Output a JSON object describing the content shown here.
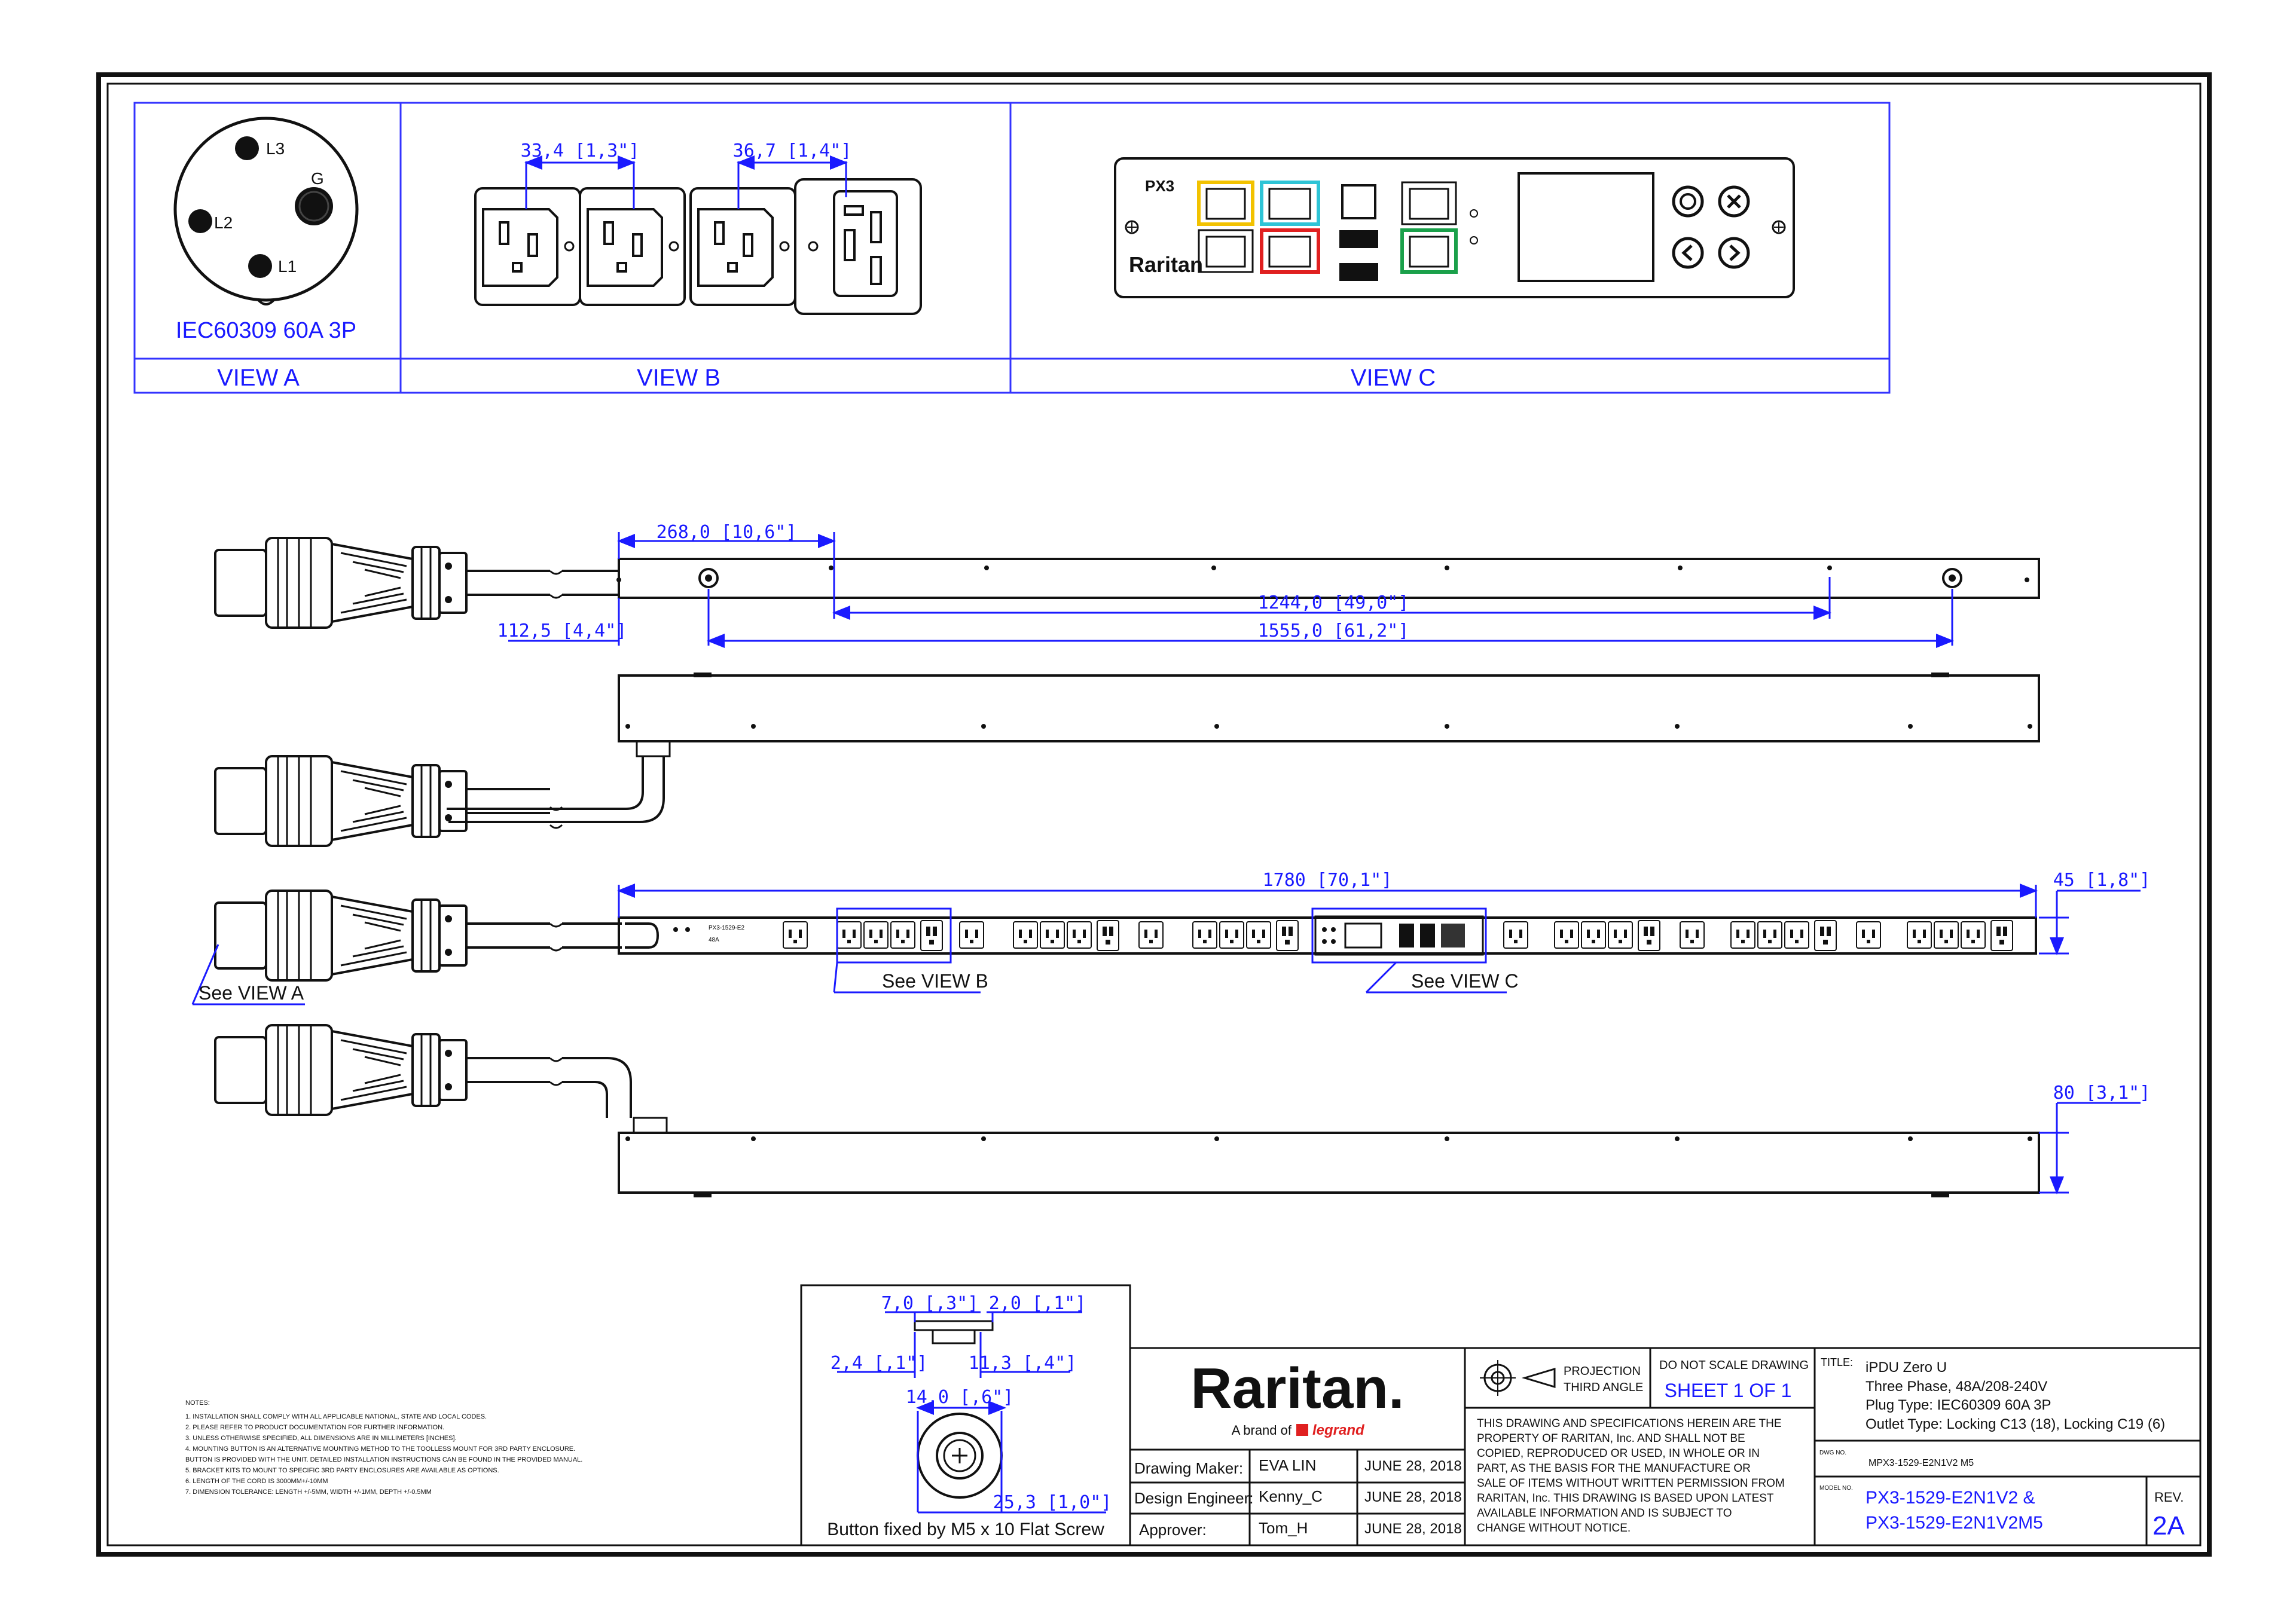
{
  "view_a": {
    "plug_pins": [
      "L3",
      "G",
      "L2",
      "L1"
    ],
    "caption": "IEC60309 60A 3P",
    "label": "VIEW A"
  },
  "view_b": {
    "dim_outlet": "33,4 [1,3\"]",
    "dim_pitch": "36,7 [1,4\"]",
    "label": "VIEW B"
  },
  "view_c": {
    "brand_mark": "PX3",
    "brand_name": "Raritan",
    "label": "VIEW C"
  },
  "top_view": {
    "dim_268": "268,0 [10,6\"]",
    "dim_1244": "1244,0 [49,0\"]",
    "dim_1125": "112,5 [4,4\"]",
    "dim_1555": "1555,0 [61,2\"]"
  },
  "front_view": {
    "dim_length": "1780 [70,1\"]",
    "dim_width": "45 [1,8\"]",
    "callout_b": "See VIEW B",
    "callout_c": "See VIEW C",
    "callout_a": "See VIEW A"
  },
  "bottom_view": {
    "dim_depth": "80 [3,1\"]"
  },
  "button_detail": {
    "dim_7": "7,0 [,3\"]",
    "dim_2": "2,0 [,1\"]",
    "dim_24": "2,4 [,1\"]",
    "dim_113": "11,3 [,4\"]",
    "dim_14": "14,0 [,6\"]",
    "dim_253": "25,3 [1,0\"]",
    "caption": "Button fixed by M5 x 10 Flat Screw"
  },
  "notes": {
    "title": "NOTES:",
    "items": [
      "1. INSTALLATION SHALL COMPLY WITH ALL APPLICABLE NATIONAL, STATE AND LOCAL CODES.",
      "2. PLEASE REFER TO PRODUCT DOCUMENTATION FOR FURTHER INFORMATION.",
      "3. UNLESS OTHERWISE SPECIFIED, ALL DIMENSIONS ARE IN MILLIMETERS [INCHES].",
      "4. MOUNTING BUTTON IS AN ALTERNATIVE MOUNTING METHOD TO THE TOOLLESS MOUNT FOR 3RD PARTY ENCLOSURE.",
      "   BUTTON IS PROVIDED WITH THE UNIT. DETAILED INSTALLATION INSTRUCTIONS CAN BE FOUND IN THE PROVIDED MANUAL.",
      "5. BRACKET KITS TO MOUNT TO SPECIFIC 3RD PARTY ENCLOSURES ARE AVAILABLE AS OPTIONS.",
      "6. LENGTH OF THE CORD IS 3000MM+/-10MM",
      "7. DIMENSION TOLERANCE: LENGTH +/-5MM, WIDTH +/-1MM, DEPTH +/-0.5MM"
    ]
  },
  "title_block": {
    "logo": "Raritan.",
    "logo_sub": "A brand of",
    "logo_brand": "legrand",
    "rows": [
      {
        "role": "Drawing Maker:",
        "name": "EVA LIN",
        "date": "JUNE 28, 2018"
      },
      {
        "role": "Design Engineer:",
        "name": "Kenny_C",
        "date": "JUNE 28, 2018"
      },
      {
        "role": "Approver:",
        "name": "Tom_H",
        "date": "JUNE 28, 2018"
      }
    ],
    "projection_1": "PROJECTION",
    "projection_2": "THIRD ANGLE",
    "do_not_scale": "DO NOT SCALE DRAWING",
    "sheet": "SHEET 1 OF 1",
    "disclaimer": [
      "THIS DRAWING AND SPECIFICATIONS HEREIN ARE THE",
      "PROPERTY OF RARITAN, Inc. AND SHALL NOT BE",
      "COPIED, REPRODUCED OR USED, IN WHOLE OR IN",
      "PART, AS THE BASIS FOR THE MANUFACTURE OR",
      "SALE OF ITEMS WITHOUT WRITTEN PERMISSION FROM",
      "RARITAN, Inc. THIS DRAWING IS BASED UPON LATEST",
      "AVAILABLE INFORMATION AND IS SUBJECT TO",
      "CHANGE WITHOUT NOTICE."
    ],
    "title_label": "TITLE:",
    "title_lines": [
      "iPDU Zero U",
      "Three Phase, 48A/208-240V",
      "Plug Type: IEC60309 60A 3P",
      "Outlet Type: Locking C13 (18), Locking C19 (6)"
    ],
    "dwg_label": "DWG NO.",
    "dwg_no": "MPX3-1529-E2N1V2 M5",
    "model_label": "MODEL NO.",
    "model_1": "PX3-1529-E2N1V2 &",
    "model_2": "PX3-1529-E2N1V2M5",
    "rev_label": "REV.",
    "rev": "2A"
  },
  "colors": {
    "dimension": "#1a1aff",
    "line": "#111111",
    "port_yellow": "#f2c200",
    "port_cyan": "#2ec4d6",
    "port_red": "#e02020",
    "port_green": "#1aa04a"
  }
}
